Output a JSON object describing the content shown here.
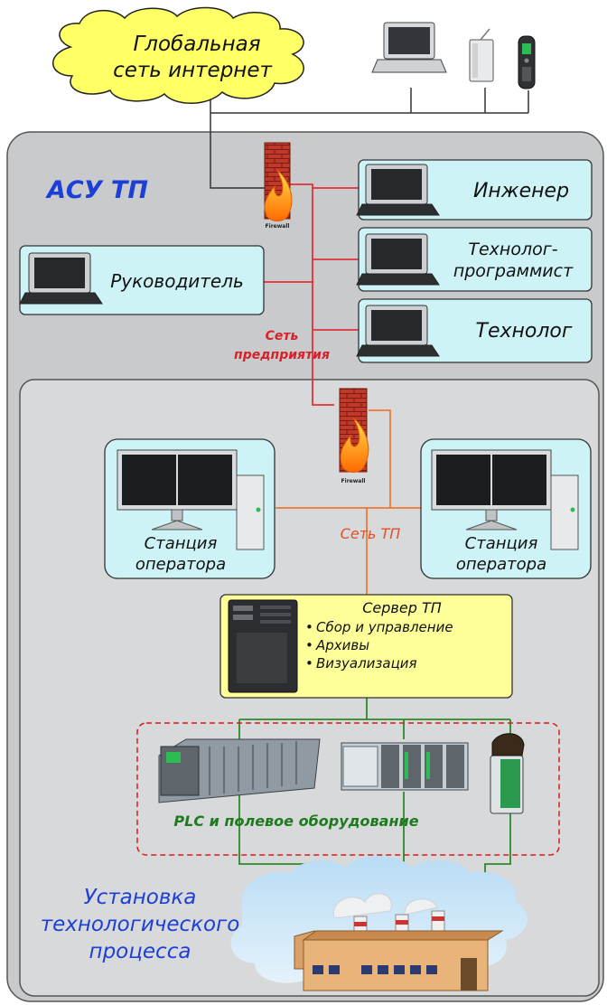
{
  "internet": {
    "label_line1": "Глобальная",
    "label_line2": "сеть интернет"
  },
  "asu_tp": {
    "title": "АСУ ТП"
  },
  "firewall": {
    "label": "Firewall"
  },
  "workstations": {
    "engineer": "Инженер",
    "technologist_programmer_line1": "Технолог-",
    "technologist_programmer_line2": "программист",
    "technologist": "Технолог",
    "manager": "Руководитель"
  },
  "networks": {
    "enterprise_line1": "Сеть",
    "enterprise_line2": "предприятия",
    "tp": "Сеть ТП"
  },
  "operator_station": {
    "label_line1": "Станция",
    "label_line2": "оператора"
  },
  "server": {
    "title": "Сервер ТП",
    "items": [
      "Сбор и управление",
      "Архивы",
      "Визуализация"
    ]
  },
  "plc": {
    "label": "PLC и полевое оборудование"
  },
  "installation": {
    "line1": "Установка",
    "line2": "технологического",
    "line3": "процесса"
  },
  "colors": {
    "enterprise_net": "#e0303a",
    "tp_net": "#f07830",
    "field_net": "#2a8a2a",
    "title_blue": "#1d3fd6",
    "box_cyan": "#cdf3f7",
    "server_yellow": "#ffff99",
    "plc_border": "#d81c1c"
  }
}
